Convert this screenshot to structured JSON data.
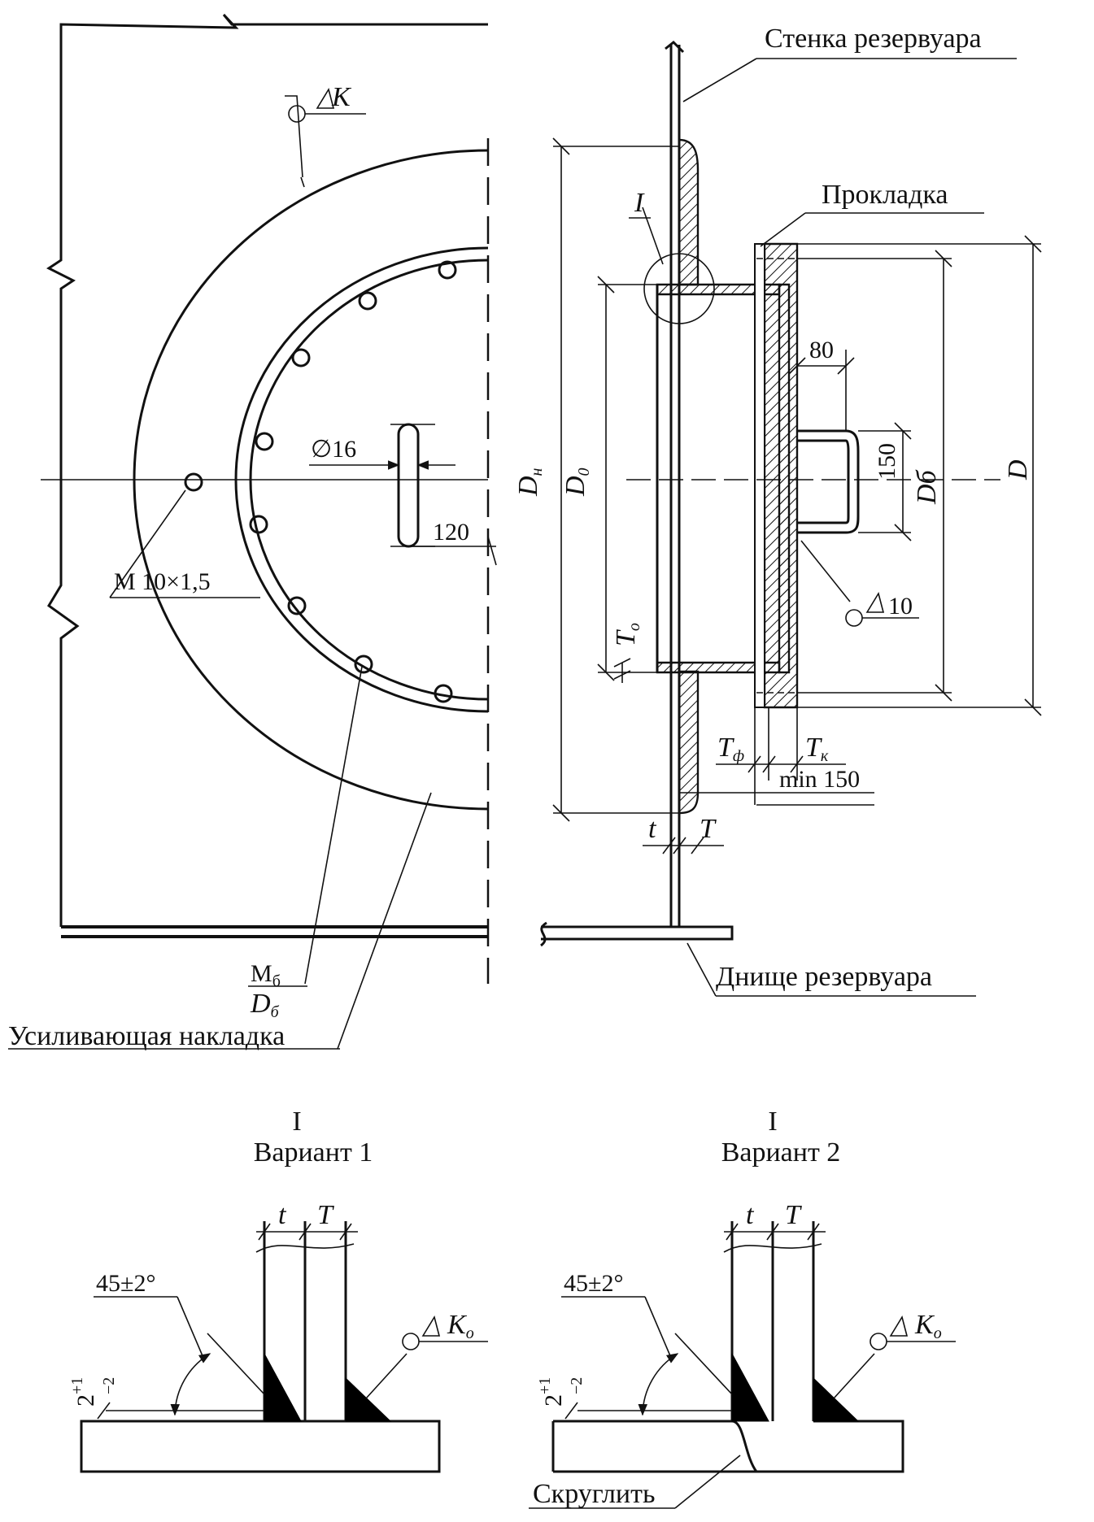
{
  "labels": {
    "tank_wall": "Стенка резервуара",
    "gasket": "Прокладка",
    "tank_bottom": "Днище резервуара",
    "reinforcing_plate": "Усиливающая накладка",
    "round_off": "Скруглить"
  },
  "front_view": {
    "weld_k": "K",
    "thread": "M 10×1,5",
    "hole_dia": "∅16",
    "slot_len": "120",
    "bolt_m": "M",
    "bolt_m_sub": "б",
    "bolt_d": "D",
    "bolt_d_sub": "б"
  },
  "section_view": {
    "detail_mark": "I",
    "dn": "D",
    "dn_sub": "н",
    "d0": "D",
    "d0_sub": "0",
    "t0": "T",
    "t0_sub": "о",
    "handle_80": "80",
    "handle_150": "150",
    "weld_10": "10",
    "db": "Dб",
    "d": "D",
    "tf": "T",
    "tf_sub": "ф",
    "tk": "T",
    "tk_sub": "к",
    "min150": "min 150",
    "t": "t",
    "T": "T"
  },
  "details": [
    {
      "mark": "I",
      "title": "Вариант 1",
      "t": "t",
      "T": "T",
      "angle": "45±2°",
      "weld": "K",
      "weld_sub": "о",
      "gap": "2",
      "gap_tol_up": "+1",
      "gap_tol_down": "−2"
    },
    {
      "mark": "I",
      "title": "Вариант 2",
      "t": "t",
      "T": "T",
      "angle": "45±2°",
      "weld": "K",
      "weld_sub": "о",
      "gap": "2",
      "gap_tol_up": "+1",
      "gap_tol_down": "−2"
    }
  ]
}
